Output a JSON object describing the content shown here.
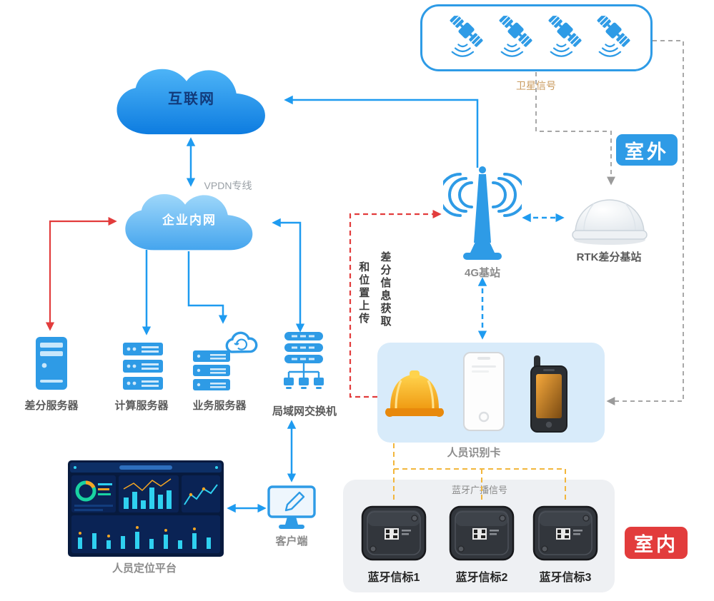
{
  "diagram": {
    "badges": {
      "outdoor": "室外",
      "indoor": "室内"
    },
    "clouds": {
      "internet": "互联网",
      "intranet": "企业内网"
    },
    "labels": {
      "vpdn": "VPDN专线",
      "satellite_signal": "卫星信号",
      "bt_broadcast": "蓝牙广播信号",
      "vertical_col_right": "差分信息获取",
      "vertical_col_left": "和位置上传"
    },
    "nodes": {
      "g4": "4G基站",
      "rtk": "RTK差分基站",
      "diff_server": "差分服务器",
      "compute_server": "计算服务器",
      "business_server": "业务服务器",
      "lan_switch": "局域网交换机",
      "platform": "人员定位平台",
      "client": "客户端",
      "id_card": "人员识别卡",
      "beacons": [
        "蓝牙信标1",
        "蓝牙信标2",
        "蓝牙信标3"
      ]
    },
    "icons": {
      "satellite": "satellite-icon",
      "antenna_4g": "4g-antenna-icon",
      "rtk_dome": "rtk-dome-icon",
      "tower_server": "tower-server-icon",
      "rack_server": "rack-server-icon",
      "cloud_server": "cloud-server-icon",
      "network_switch": "network-switch-icon",
      "helmet": "safety-helmet-icon",
      "id_badge": "id-badge-icon",
      "rugged_phone": "rugged-phone-icon",
      "monitor": "monitor-icon",
      "beacon": "bluetooth-beacon-icon",
      "dashboard": "dashboard-screenshot"
    },
    "colors": {
      "arrow_blue": "#1e9bf0",
      "arrow_red": "#e23c3c",
      "dashed_gray": "#9a9a9a",
      "dashed_yellow": "#f2b63c",
      "outdoor_badge": "#2e9be6",
      "indoor_badge": "#e23c3c",
      "cloud_internet": "#1b84e0",
      "cloud_intranet": "#5cb4f3",
      "icon_blue": "#2e9be6",
      "helmet_yellow": "#f6b21b",
      "panel_lightblue": "#d8ebfa",
      "panel_lightgray": "#eef0f3"
    }
  }
}
